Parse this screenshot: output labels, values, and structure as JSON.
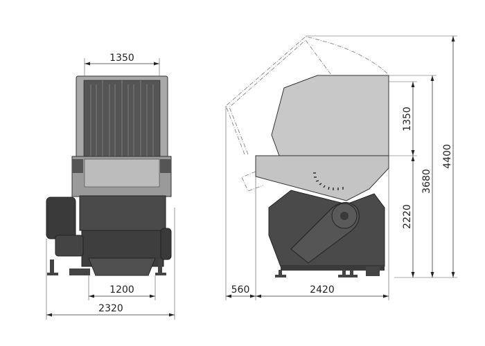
{
  "front_view": {
    "hopper_width": "1350",
    "base_width": "1200",
    "overall_width": "2320"
  },
  "side_view": {
    "overhang": "560",
    "length": "2420",
    "hopper_height": "1350",
    "machine_height": "2220",
    "closed_height": "3680",
    "open_height": "4400"
  },
  "colors": {
    "body_dark": "#4a4a4a",
    "hopper_light": "#c8c8c8",
    "frame": "#9a9a9a"
  }
}
